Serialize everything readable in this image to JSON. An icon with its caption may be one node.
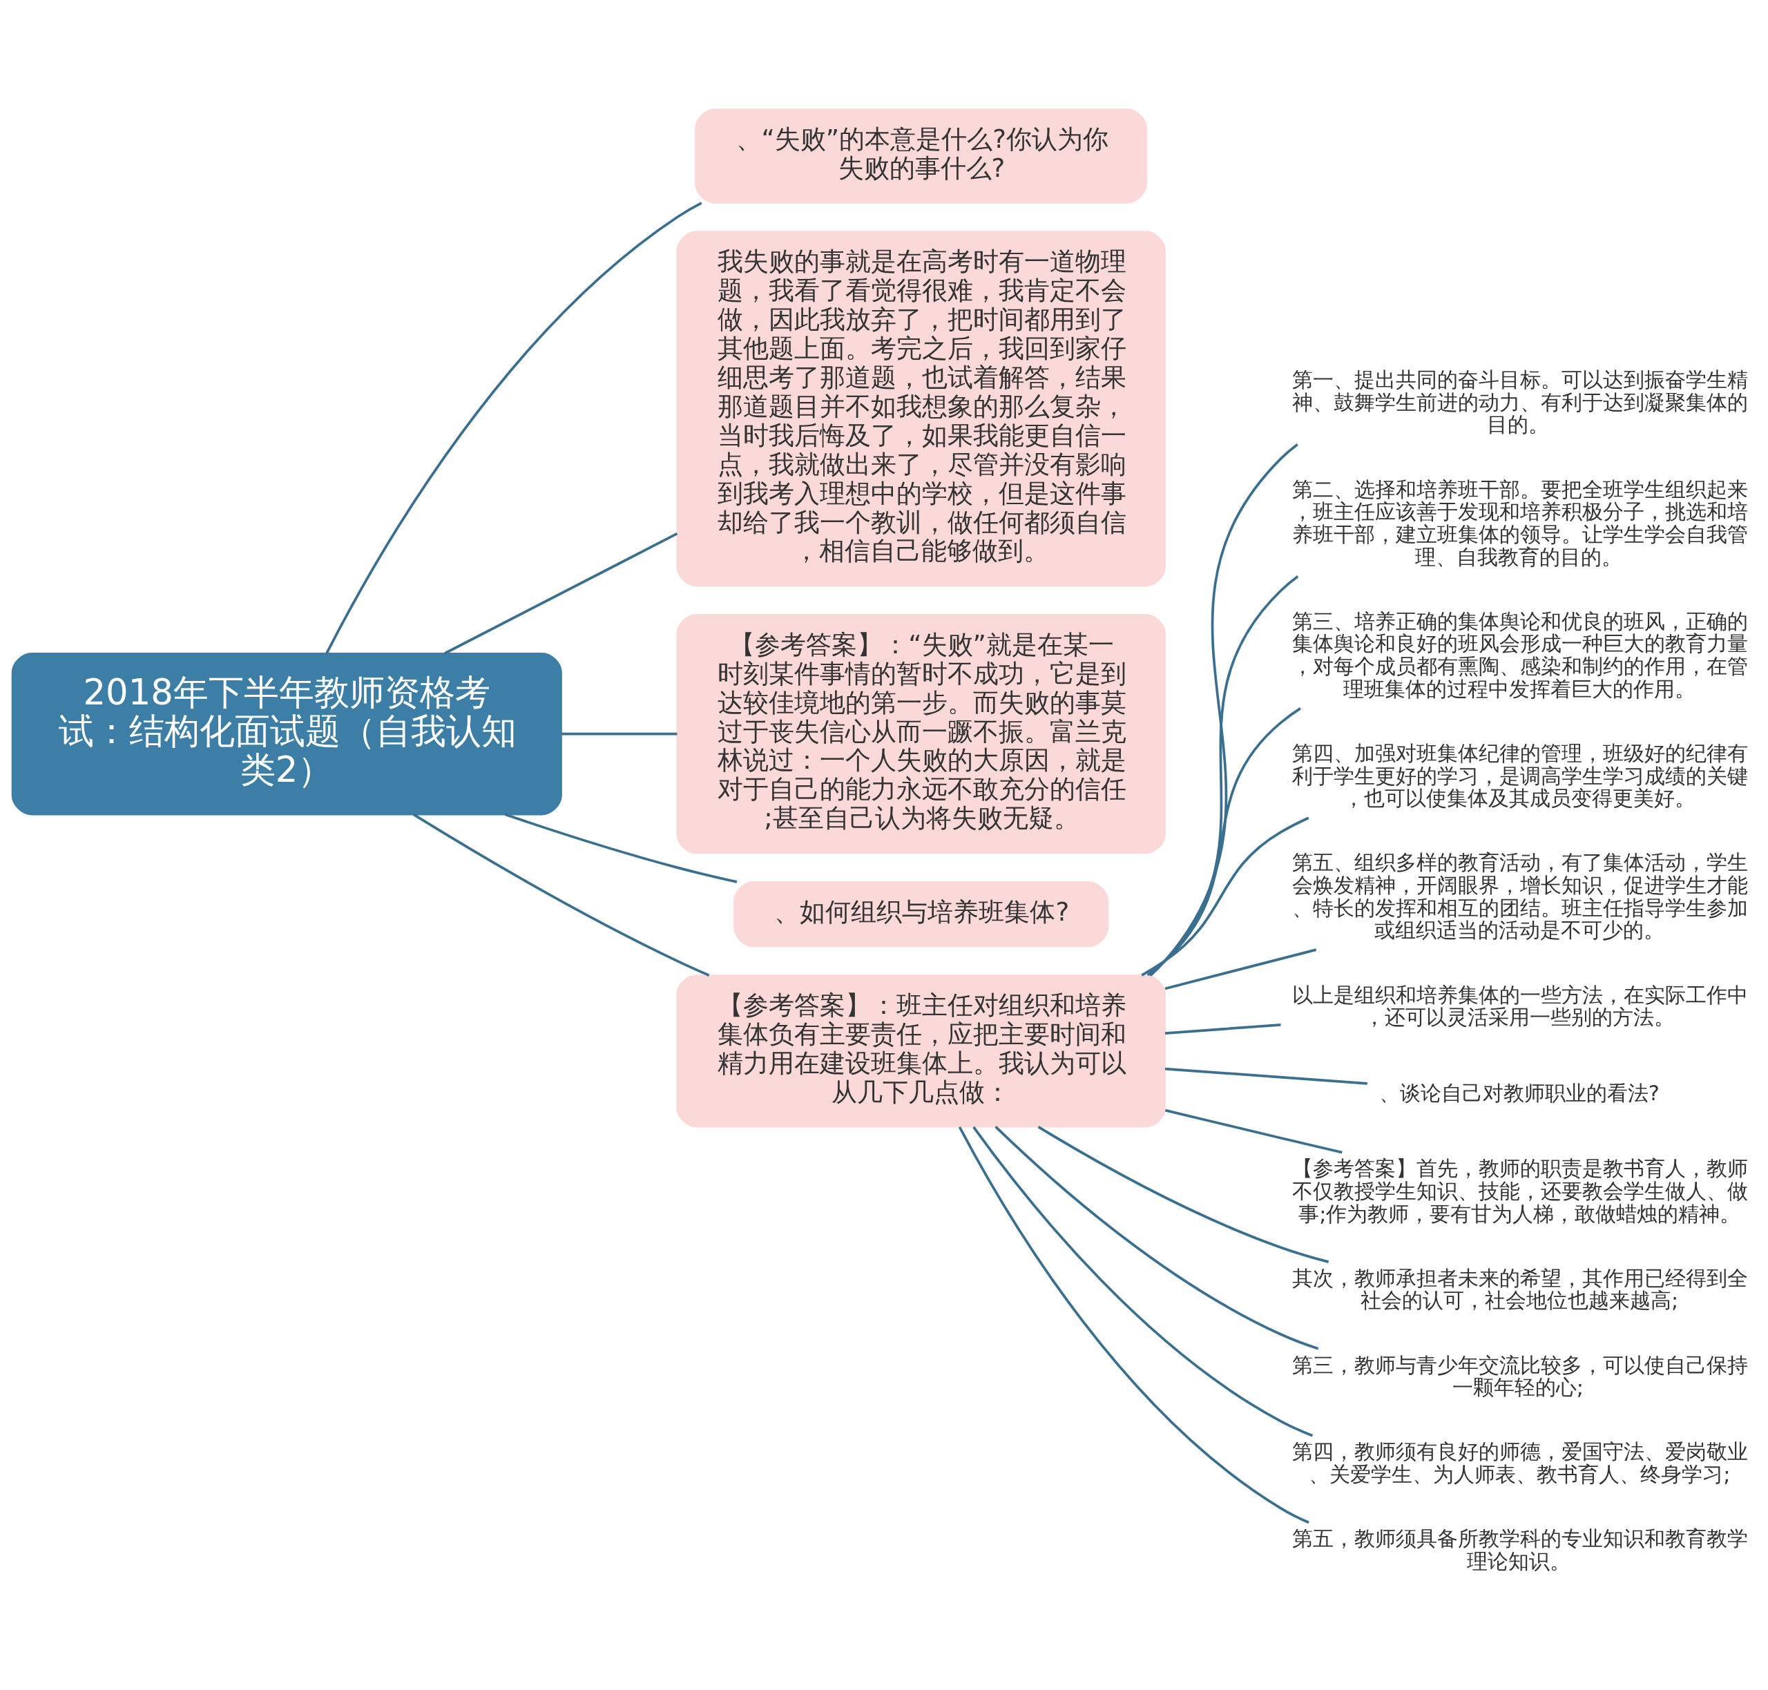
{
  "diagram": {
    "nodes": [
      {
        "text": [
          "2018年下半年教师资格考试：结构化面试题（自我认知类2）"
        ]
      },
      {
        "text": [
          "、“失败”的本意是什么?你认为你失败的事什么?"
        ]
      },
      {
        "text": [
          "我失败的事就是在高考时有一道物理题，我看了看觉得很难，我肯定不会做，因此我放弃了，把时间都用到了其他题上面。考完之后，我回到家仔细思考了那道题，也试着解答，结果那道题目并不如我想象的那么复杂，当时我后悔及了，如果我能更自信一点，我就做出来了，尽管并没有影响到我考入理想中的学校，但是这件事却给了我一个教训，做任何都须自信，相信自己能够做到。"
        ]
      },
      {
        "text": [
          "【参考答案】：“失败”就是在某一时刻某件事情的暂时不成功，它是到达较佳境地的第一步。而失败的事莫过于丧失信心从而一蹶不振。富兰克林说过：一个人失败的大原因，就是对于自己的能力永远不敢充分的信任;甚至自己认为将失败无疑。"
        ]
      },
      {
        "text": [
          "、如何组织与培养班集体?"
        ]
      },
      {
        "text": [
          "【参考答案】：班主任对组织和培养集体负有主要责任，应把主要时间和精力用在建设班集体上。我认为可以从几下几点做："
        ]
      },
      {
        "text": [
          "第一、提出共同的奋斗目标。可以达到振奋学生精神、鼓舞学生前进的动力、有利于达到凝聚集体的目的。"
        ]
      },
      {
        "text": [
          "第二、选择和培养班干部。要把全班学生组织起来，班主任应该善于发现和培养积极分子，挑选和培养班干部，建立班集体的领导。让学生学会自我管理、自我教育的目的。"
        ]
      },
      {
        "text": [
          "第三、培养正确的集体舆论和优良的班风，正确的集体舆论和良好的班风会形成一种巨大的教育力量，对每个成员都有熏陶、感染和制约的作用，在管理班集体的过程中发挥着巨大的作用。"
        ]
      },
      {
        "text": [
          "第四、加强对班集体纪律的管理，班级好的纪律有利于学生更好的学习，是调高学生学习成绩的关键，也可以使集体及其成员变得更美好。"
        ]
      },
      {
        "text": [
          "第五、组织多样的教育活动，有了集体活动，学生会焕发精神，开阔眼界，增长知识，促进学生才能、特长的发挥和相互的团结。班主任指导学生参加或组织适当的活动是不可少的。"
        ]
      },
      {
        "text": [
          "以上是组织和培养集体的一些方法，在实际工作中，还可以灵活采用一些别的方法。"
        ]
      },
      {
        "text": [
          "、谈论自己对教师职业的看法?"
        ]
      },
      {
        "text": [
          "【参考答案】首先，教师的职责是教书育人，教师不仅教授学生知识、技能，还要教会学生做人、做事;作为教师，要有甘为人梯，敢做蜡烛的精神。"
        ]
      },
      {
        "text": [
          "其次，教师承担者未来的希望，其作用已经得到全社会的认可，社会地位也越来越高;"
        ]
      },
      {
        "text": [
          "第三，教师与青少年交流比较多，可以使自己保持一颗年轻的心;"
        ]
      },
      {
        "text": [
          "第四，教师须有良好的师德，爱国守法、爱岗敬业、关爱学生、为人师表、教书育人、终身学习;"
        ]
      },
      {
        "text": [
          "第五，教师须具备所教学科的专业知识和教育教学理论知识。"
        ]
      }
    ],
    "edges": [
      {
        "from": 0,
        "to": 1,
        "arrow": "none"
      },
      {
        "from": 0,
        "to": 2,
        "arrow": "none"
      },
      {
        "from": 0,
        "to": 3,
        "arrow": "none"
      },
      {
        "from": 0,
        "to": 4,
        "arrow": "none"
      },
      {
        "from": 0,
        "to": 5,
        "arrow": "none"
      },
      {
        "from": 5,
        "to": 6,
        "arrow": "none"
      },
      {
        "from": 5,
        "to": 7,
        "arrow": "none"
      },
      {
        "from": 5,
        "to": 8,
        "arrow": "none"
      },
      {
        "from": 5,
        "to": 9,
        "arrow": "none"
      },
      {
        "from": 5,
        "to": 10,
        "arrow": "none"
      },
      {
        "from": 5,
        "to": 11,
        "arrow": "none"
      },
      {
        "from": 5,
        "to": 12,
        "arrow": "none"
      },
      {
        "from": 5,
        "to": 13,
        "arrow": "none"
      },
      {
        "from": 5,
        "to": 14,
        "arrow": "none"
      },
      {
        "from": 5,
        "to": 15,
        "arrow": "none"
      },
      {
        "from": 5,
        "to": 16,
        "arrow": "none"
      },
      {
        "from": 5,
        "to": 17,
        "arrow": "none"
      }
    ]
  }
}
